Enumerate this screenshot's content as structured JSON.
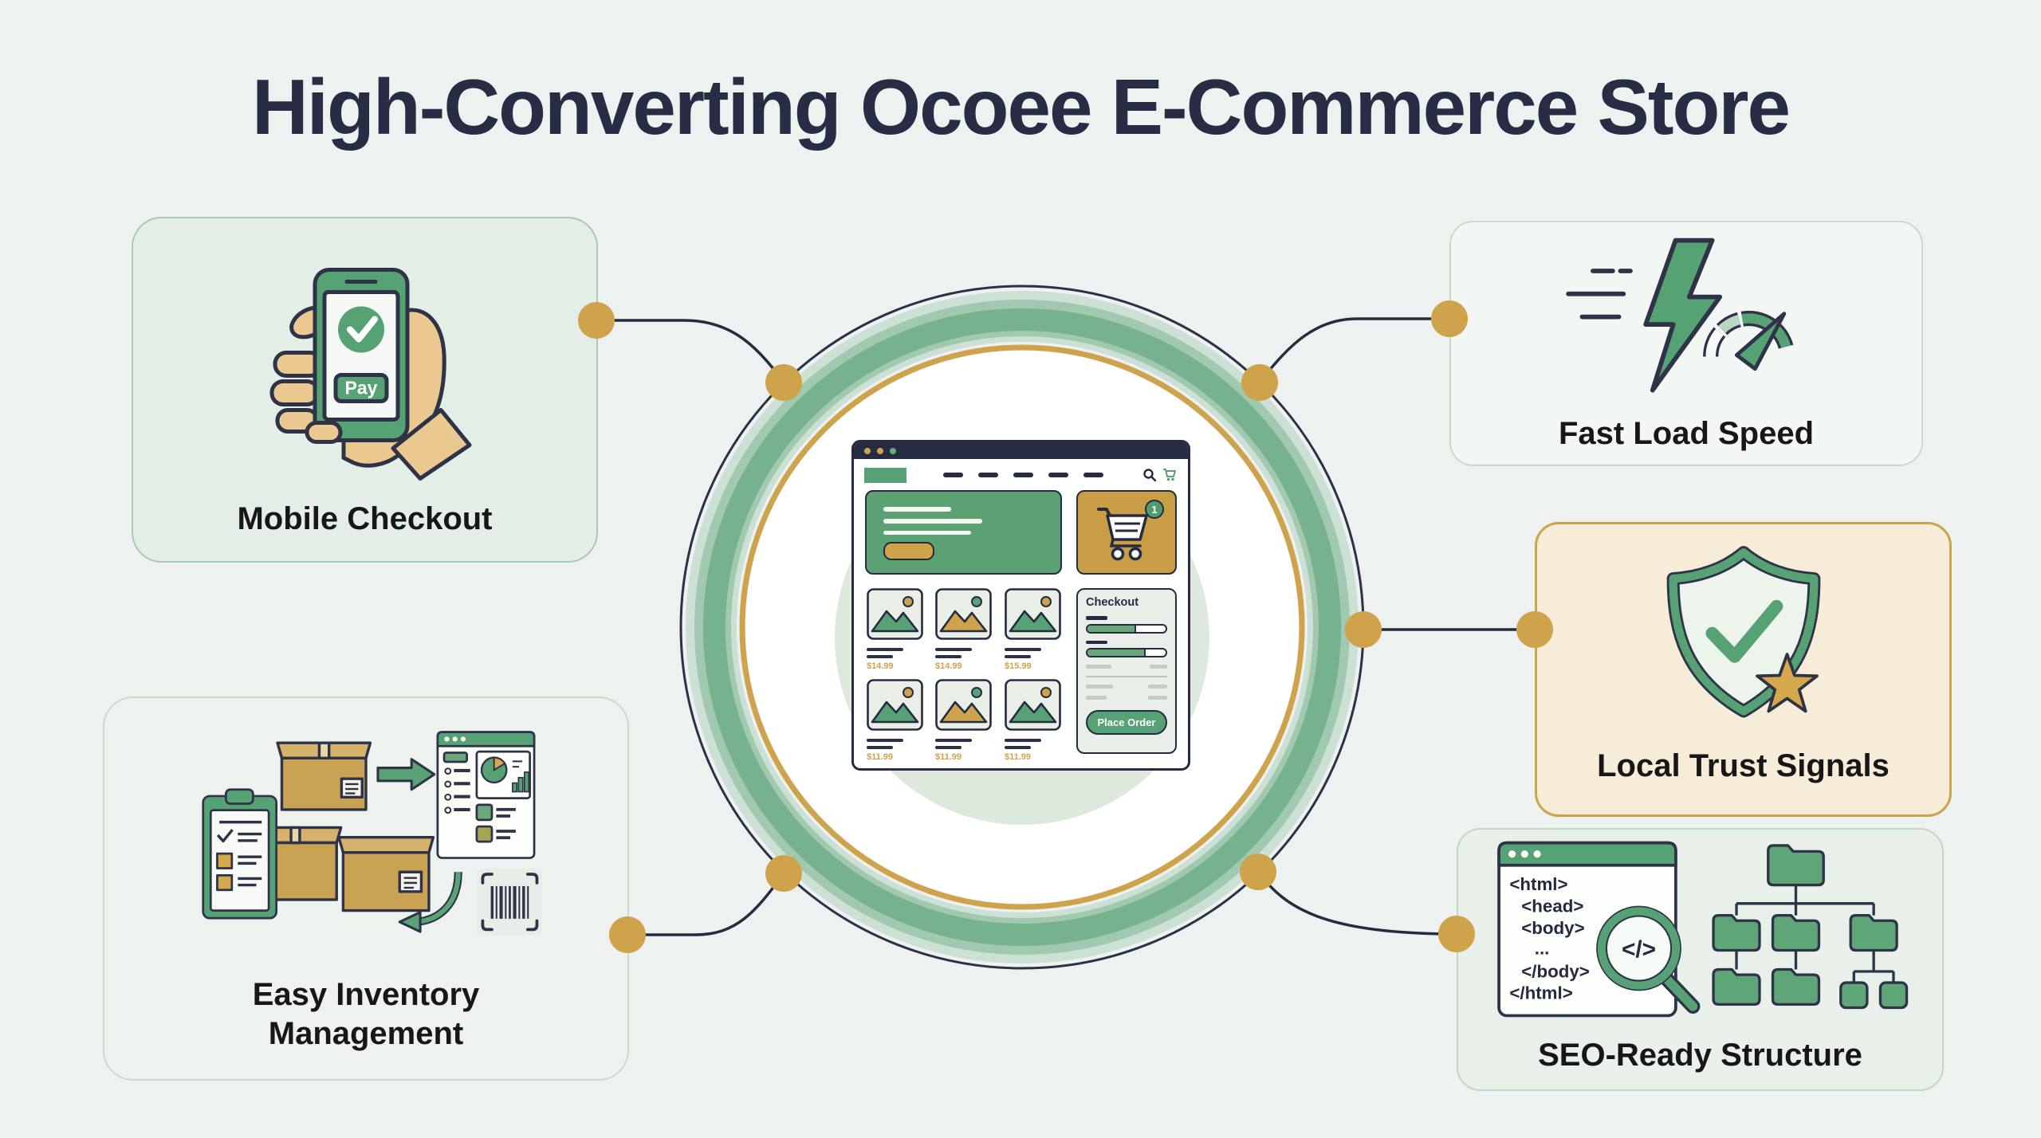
{
  "page": {
    "title": "High-Converting Ocoee E-Commerce Store"
  },
  "colors": {
    "accent_green": "#57a274",
    "accent_gold": "#cfa24c",
    "outline_navy": "#262b42",
    "card_mint": "#e5eee6",
    "card_cream": "#f6ecd7",
    "background": "#edf1f0"
  },
  "cards": {
    "mobile_checkout": {
      "label": "Mobile Checkout",
      "phone_button": "Pay",
      "icon": "hand-holding-phone-with-check-and-pay-button"
    },
    "fast_load_speed": {
      "label": "Fast Load Speed",
      "icon": "lightning-bolt-with-speedometer"
    },
    "local_trust_signals": {
      "label": "Local Trust Signals",
      "icon": "shield-check-with-star"
    },
    "easy_inventory": {
      "label": "Easy Inventory Management",
      "icon": "boxes-clipboard-dashboard-barcode"
    },
    "seo_ready": {
      "label": "SEO-Ready Structure",
      "icon": "code-window-magnifier-sitemap",
      "magnifier_code": "</>",
      "code_lines": [
        "<html>",
        "<head>",
        "<body>",
        "...",
        "</body>",
        "</html>"
      ]
    }
  },
  "store_mockup": {
    "cart_badge": "1",
    "checkout": {
      "title": "Checkout",
      "button": "Place Order"
    },
    "products": [
      {
        "price": "$14.99"
      },
      {
        "price": "$14.99"
      },
      {
        "price": "$15.99"
      },
      {
        "price": "$11.99"
      },
      {
        "price": "$11.99"
      },
      {
        "price": "$11.99"
      }
    ]
  }
}
